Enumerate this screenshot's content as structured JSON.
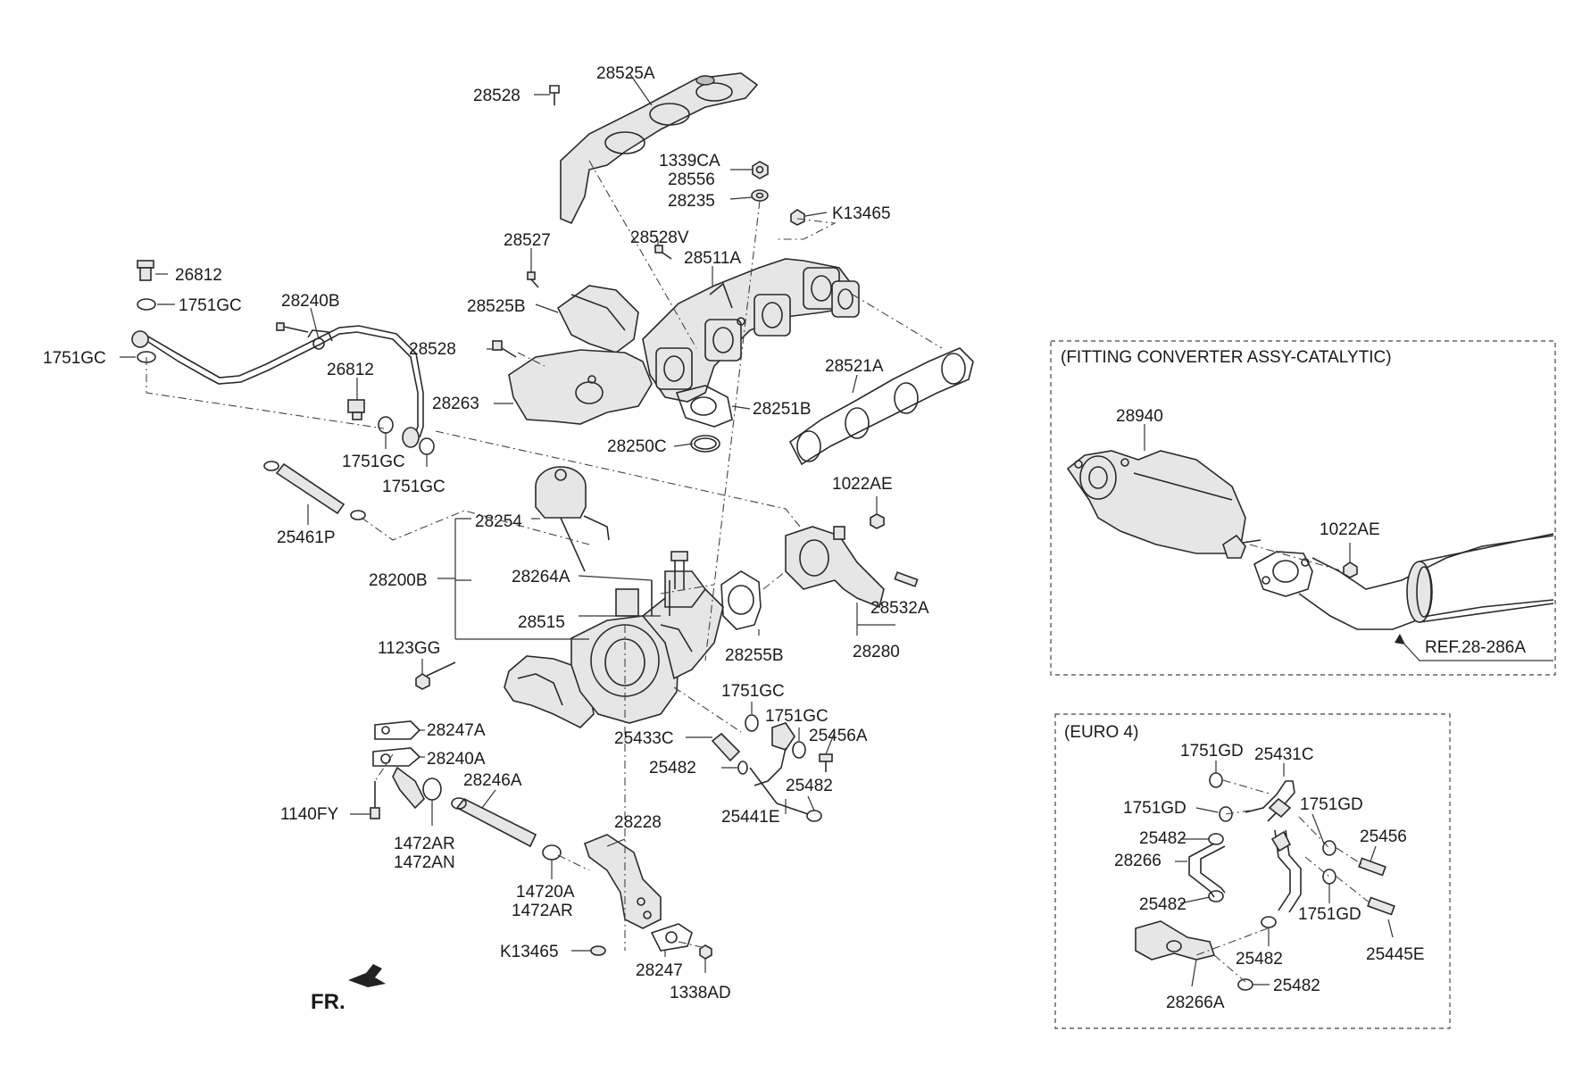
{
  "labels": {
    "p28525A": "28525A",
    "p28528_top": "28528",
    "p1339CA": "1339CA",
    "p28556": "28556",
    "p28235": "28235",
    "pK13465_top": "K13465",
    "p28527": "28527",
    "p28528V": "28528V",
    "p28511A": "28511A",
    "p26812_top": "26812",
    "p1751GC_1": "1751GC",
    "p28240B": "28240B",
    "p1751GC_2": "1751GC",
    "p28525B": "28525B",
    "p28528_mid": "28528",
    "p26812_mid": "26812",
    "p28521A": "28521A",
    "p28263": "28263",
    "p28251B": "28251B",
    "p1751GC_3": "1751GC",
    "p1751GC_4": "1751GC",
    "p28250C": "28250C",
    "p1022AE_left": "1022AE",
    "p25461P": "25461P",
    "p28254": "28254",
    "p28200B": "28200B",
    "p28264A": "28264A",
    "p28532A": "28532A",
    "p28515": "28515",
    "p28255B": "28255B",
    "p28280": "28280",
    "p1123GG": "1123GG",
    "p1751GC_5": "1751GC",
    "p1751GC_6": "1751GC",
    "p28247A": "28247A",
    "p25433C": "25433C",
    "p25456A": "25456A",
    "p28240A": "28240A",
    "p25482_a": "25482",
    "p28246A": "28246A",
    "p25482_b": "25482",
    "p25441E": "25441E",
    "p1140FY": "1140FY",
    "p1472AR_1": "1472AR",
    "p1472AN": "1472AN",
    "p28228": "28228",
    "p14720A": "14720A",
    "p1472AR_2": "1472AR",
    "pK13465_bot": "K13465",
    "p28247": "28247",
    "p1338AD": "1338AD",
    "fr": "FR."
  },
  "catalytic_box": {
    "title": "(FITTING  CONVERTER ASSY-CATALYTIC)",
    "p28940": "28940",
    "p1022AE": "1022AE",
    "ref": "REF.28-286A"
  },
  "euro4_box": {
    "title": "(EURO 4)",
    "p1751GD_1": "1751GD",
    "p25431C": "25431C",
    "p1751GD_2": "1751GD",
    "p1751GD_3": "1751GD",
    "p25482_1": "25482",
    "p25456": "25456",
    "p28266": "28266",
    "p25482_2": "25482",
    "p1751GD_4": "1751GD",
    "p25482_3": "25482",
    "p25445E": "25445E",
    "p25482_4": "25482",
    "p28266A": "28266A"
  }
}
